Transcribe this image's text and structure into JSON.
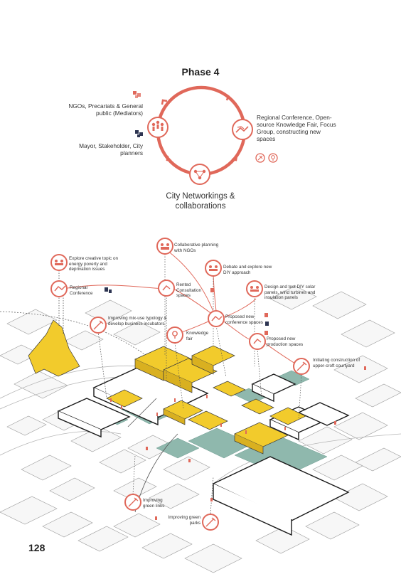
{
  "phase_title": "Phase 4",
  "cycle": {
    "left_top_label": "NGOs, Precariats & General public (Mediators)",
    "left_bottom_label": "Mayor, Stakeholder, City planners",
    "right_label": "Regional Conference, Open-source Knowledge Fair, Focus Group, constructing new spaces",
    "bottom_label": "City Networkings & collaborations"
  },
  "map_callouts": {
    "explore": "Explore creative topic on energy poverty and deprivation issues",
    "regional": "Regional Conference",
    "ngos": "Collaborative planning with NGOs",
    "debate": "Debate and explore new DIY approach",
    "rented": "Rented Consultation spaces",
    "design": "Design and test DIY solar panels, wind turbines and insulation panels",
    "mixuse": "Improving mix-use typology & develop business incubators",
    "conference_spaces": "Proposed new conference spaces",
    "knowledge": "Knowledge fair",
    "production": "Proposed new production spaces",
    "upper_croft": "Initiating construction of upper-croft courtyard",
    "green_links": "Improving green links",
    "green_parks": "Improving green parks"
  },
  "page_number": "128",
  "colors": {
    "accent_red": "#e0685a",
    "building_yellow": "#f2cb2c",
    "green_space": "#8fb8ad",
    "navy": "#2e3552",
    "line_grey": "#555555"
  },
  "icons": [
    "people-group-icon",
    "handshake-icon",
    "pen-tool-icon",
    "lightbulb-icon",
    "wrench-icon",
    "flag-icon"
  ]
}
